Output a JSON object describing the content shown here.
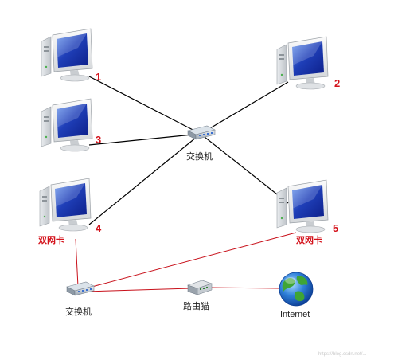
{
  "nodes": {
    "computers": [
      {
        "number": "1",
        "nic_label": ""
      },
      {
        "number": "2",
        "nic_label": ""
      },
      {
        "number": "3",
        "nic_label": ""
      },
      {
        "number": "4",
        "nic_label": "双网卡"
      },
      {
        "number": "5",
        "nic_label": "双网卡"
      }
    ],
    "main_switch": {
      "label": "交换机"
    },
    "secondary_switch": {
      "label": "交换机"
    },
    "router_modem": {
      "label": "路由猫"
    },
    "internet": {
      "label": "Internet"
    }
  },
  "colors": {
    "black_link": "#000000",
    "red_link": "#c8101a",
    "label_red": "#d4121b",
    "screen_blue": "#1f3fb8"
  },
  "links": [
    {
      "from": "computer-1",
      "to": "main-switch",
      "color": "black"
    },
    {
      "from": "computer-2",
      "to": "main-switch",
      "color": "black"
    },
    {
      "from": "computer-3",
      "to": "main-switch",
      "color": "black"
    },
    {
      "from": "computer-4",
      "to": "main-switch",
      "color": "black"
    },
    {
      "from": "computer-5",
      "to": "main-switch",
      "color": "black"
    },
    {
      "from": "computer-4",
      "to": "secondary-switch",
      "color": "red"
    },
    {
      "from": "computer-5",
      "to": "secondary-switch",
      "color": "red"
    },
    {
      "from": "secondary-switch",
      "to": "router-modem",
      "color": "red"
    },
    {
      "from": "router-modem",
      "to": "internet",
      "color": "red"
    }
  ],
  "watermark": "https://blog.csdn.net/..."
}
